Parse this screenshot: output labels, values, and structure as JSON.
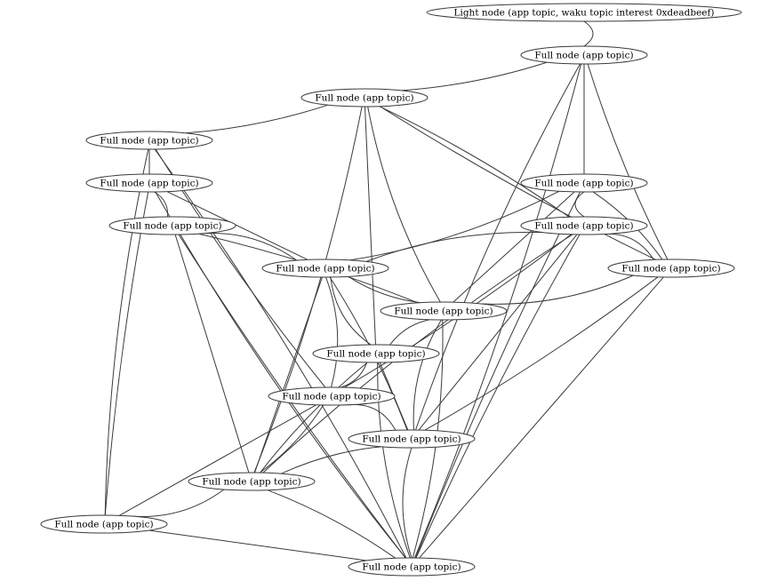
{
  "nodes": [
    {
      "id": "L",
      "label": "Light node (app topic, waku topic interest 0xdeadbeef)"
    },
    {
      "id": "F1",
      "label": "Full node (app topic)"
    },
    {
      "id": "F2",
      "label": "Full node (app topic)"
    },
    {
      "id": "F3",
      "label": "Full node (app topic)"
    },
    {
      "id": "F4",
      "label": "Full node (app topic)"
    },
    {
      "id": "F5",
      "label": "Full node (app topic)"
    },
    {
      "id": "F6",
      "label": "Full node (app topic)"
    },
    {
      "id": "F7",
      "label": "Full node (app topic)"
    },
    {
      "id": "F8",
      "label": "Full node (app topic)"
    },
    {
      "id": "F9",
      "label": "Full node (app topic)"
    },
    {
      "id": "F10",
      "label": "Full node (app topic)"
    },
    {
      "id": "F11",
      "label": "Full node (app topic)"
    },
    {
      "id": "F12",
      "label": "Full node (app topic)"
    },
    {
      "id": "F13",
      "label": "Full node (app topic)"
    },
    {
      "id": "F14",
      "label": "Full node (app topic)"
    },
    {
      "id": "F15",
      "label": "Full node (app topic)"
    },
    {
      "id": "F16",
      "label": "Full node (app topic)"
    }
  ],
  "edges": [
    [
      "L",
      "F1"
    ],
    [
      "F1",
      "F2"
    ],
    [
      "F1",
      "F6"
    ],
    [
      "F1",
      "F9"
    ],
    [
      "F1",
      "F13"
    ],
    [
      "F1",
      "F16"
    ],
    [
      "F2",
      "F3"
    ],
    [
      "F2",
      "F11"
    ],
    [
      "F2",
      "F9"
    ],
    [
      "F2",
      "F10"
    ],
    [
      "F2",
      "F14"
    ],
    [
      "F2",
      "F7"
    ],
    [
      "F3",
      "F4"
    ],
    [
      "F3",
      "F12"
    ],
    [
      "F3",
      "F15"
    ],
    [
      "F3",
      "F16"
    ],
    [
      "F4",
      "F5"
    ],
    [
      "F4",
      "F8"
    ],
    [
      "F4",
      "F15"
    ],
    [
      "F4",
      "F16"
    ],
    [
      "F5",
      "F8"
    ],
    [
      "F5",
      "F10"
    ],
    [
      "F5",
      "F14"
    ],
    [
      "F5",
      "F16"
    ],
    [
      "F6",
      "F7"
    ],
    [
      "F6",
      "F8"
    ],
    [
      "F6",
      "F9"
    ],
    [
      "F6",
      "F10"
    ],
    [
      "F6",
      "F16"
    ],
    [
      "F7",
      "F8"
    ],
    [
      "F7",
      "F9"
    ],
    [
      "F7",
      "F12"
    ],
    [
      "F7",
      "F13"
    ],
    [
      "F7",
      "F16"
    ],
    [
      "F7",
      "F14"
    ],
    [
      "F9",
      "F10"
    ],
    [
      "F9",
      "F13"
    ],
    [
      "F9",
      "F16"
    ],
    [
      "F8",
      "F10"
    ],
    [
      "F8",
      "F11"
    ],
    [
      "F8",
      "F12"
    ],
    [
      "F8",
      "F13"
    ],
    [
      "F8",
      "F14"
    ],
    [
      "F10",
      "F11"
    ],
    [
      "F10",
      "F13"
    ],
    [
      "F10",
      "F16"
    ],
    [
      "F11",
      "F12"
    ],
    [
      "F11",
      "F13"
    ],
    [
      "F11",
      "F14"
    ],
    [
      "F11",
      "F16"
    ],
    [
      "F12",
      "F13"
    ],
    [
      "F12",
      "F14"
    ],
    [
      "F12",
      "F15"
    ],
    [
      "F13",
      "F14"
    ],
    [
      "F13",
      "F16"
    ],
    [
      "F14",
      "F15"
    ],
    [
      "F14",
      "F16"
    ],
    [
      "F15",
      "F16"
    ]
  ],
  "colors": {
    "stroke": "#3a3a3a",
    "background": "#ffffff",
    "text": "#000000"
  }
}
